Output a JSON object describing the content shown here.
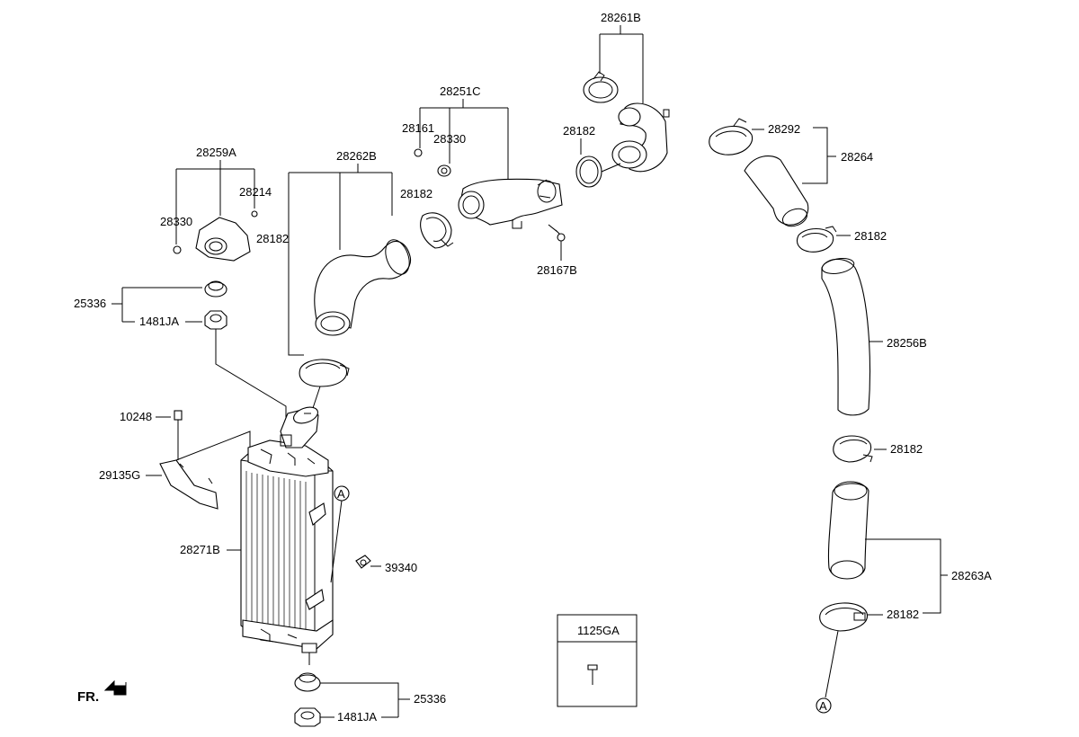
{
  "diagram": {
    "labels": {
      "p28261B": "28261B",
      "p28251C": "28251C",
      "p28161": "28161",
      "p28330_top": "28330",
      "p28182_topmid": "28182",
      "p28292": "28292",
      "p28264": "28264",
      "p28259A": "28259A",
      "p28214": "28214",
      "p28262B": "28262B",
      "p28182_leftclamp_box": "28182",
      "p28182_hoseclamp": "28182",
      "p28330_left": "28330",
      "p28182_right1": "28182",
      "p28167B": "28167B",
      "p25336_top": "25336",
      "p1481JA_top": "1481JA",
      "p28256B": "28256B",
      "p10248": "10248",
      "p28182_right2": "28182",
      "p29135G": "29135G",
      "p28271B": "28271B",
      "p39340": "39340",
      "p28263A": "28263A",
      "p28182_right3": "28182",
      "p1125GA": "1125GA",
      "p25336_bot": "25336",
      "p1481JA_bot": "1481JA",
      "ref_A_left": "A",
      "ref_A_bottom": "A"
    },
    "front_indicator": "FR."
  }
}
